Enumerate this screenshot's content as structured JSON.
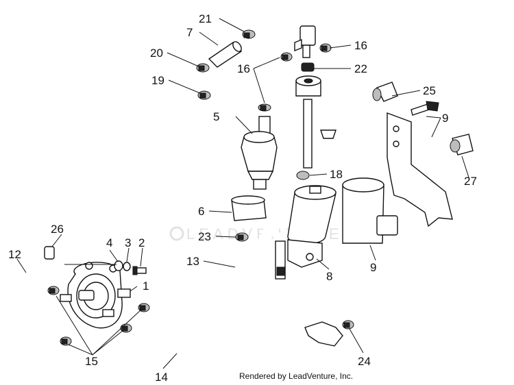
{
  "watermark": "LEADVENTURE",
  "credit": "Rendered by LeadVenture, Inc.",
  "callouts": [
    {
      "id": "c1",
      "label": "1"
    },
    {
      "id": "c2",
      "label": "2"
    },
    {
      "id": "c3",
      "label": "3"
    },
    {
      "id": "c4",
      "label": "4"
    },
    {
      "id": "c5",
      "label": "5"
    },
    {
      "id": "c6",
      "label": "6"
    },
    {
      "id": "c7",
      "label": "7"
    },
    {
      "id": "c8",
      "label": "8"
    },
    {
      "id": "c9a",
      "label": "9"
    },
    {
      "id": "c9b",
      "label": "9"
    },
    {
      "id": "c12",
      "label": "12"
    },
    {
      "id": "c13",
      "label": "13"
    },
    {
      "id": "c14",
      "label": "14"
    },
    {
      "id": "c15",
      "label": "15"
    },
    {
      "id": "c16a",
      "label": "16"
    },
    {
      "id": "c16b",
      "label": "16"
    },
    {
      "id": "c18",
      "label": "18"
    },
    {
      "id": "c19",
      "label": "19"
    },
    {
      "id": "c20",
      "label": "20"
    },
    {
      "id": "c21",
      "label": "21"
    },
    {
      "id": "c22",
      "label": "22"
    },
    {
      "id": "c23",
      "label": "23"
    },
    {
      "id": "c24",
      "label": "24"
    },
    {
      "id": "c25",
      "label": "25"
    },
    {
      "id": "c26",
      "label": "26"
    },
    {
      "id": "c27",
      "label": "27"
    }
  ]
}
